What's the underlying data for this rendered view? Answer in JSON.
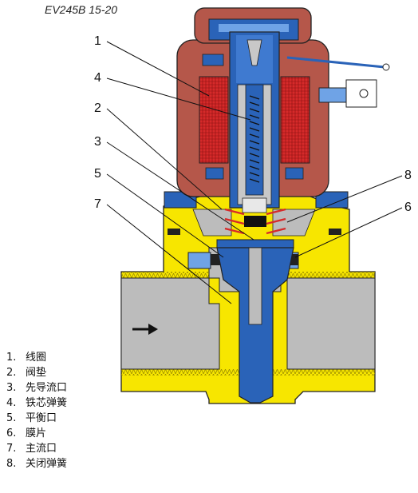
{
  "title": "EV245B 15-20",
  "callouts": [
    "1",
    "4",
    "2",
    "3",
    "5",
    "7",
    "8",
    "6"
  ],
  "legend": [
    {
      "num": "1.",
      "label": "线圈"
    },
    {
      "num": "2.",
      "label": "阀垫"
    },
    {
      "num": "3.",
      "label": "先导流口"
    },
    {
      "num": "4.",
      "label": "铁芯弹簧"
    },
    {
      "num": "5.",
      "label": "平衡口"
    },
    {
      "num": "6.",
      "label": "膜片"
    },
    {
      "num": "7.",
      "label": "主流口"
    },
    {
      "num": "8.",
      "label": "关闭弹簧"
    }
  ],
  "colors": {
    "body": "#f7e600",
    "coil_housing": "#b5574a",
    "coil_winding": "#d62a2a",
    "armature": "#2a63b8",
    "passage": "#bcbcbc",
    "outline": "#222222"
  }
}
